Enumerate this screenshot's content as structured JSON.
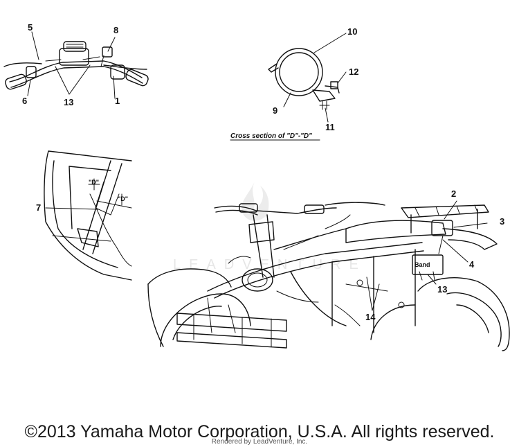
{
  "callouts": {
    "c1": "1",
    "c2": "2",
    "c3": "3",
    "c4": "4",
    "c5": "5",
    "c6": "6",
    "c7": "7",
    "c8": "8",
    "c9": "9",
    "c10": "10",
    "c11": "11",
    "c12": "12",
    "c13a": "13",
    "c13b": "13",
    "c14": "14"
  },
  "section_caption": "Cross section of \"D\"-\"D\"",
  "detail_marks": {
    "d_left": "\"D\"",
    "d_right": "\"D\""
  },
  "band_label": "Band",
  "watermark": "LEADVENTURE",
  "footer": {
    "copyright": "©2013 Yamaha Motor Corporation, U.S.A. All rights reserved.",
    "rendered_by": "Rendered by LeadVenture, Inc."
  }
}
